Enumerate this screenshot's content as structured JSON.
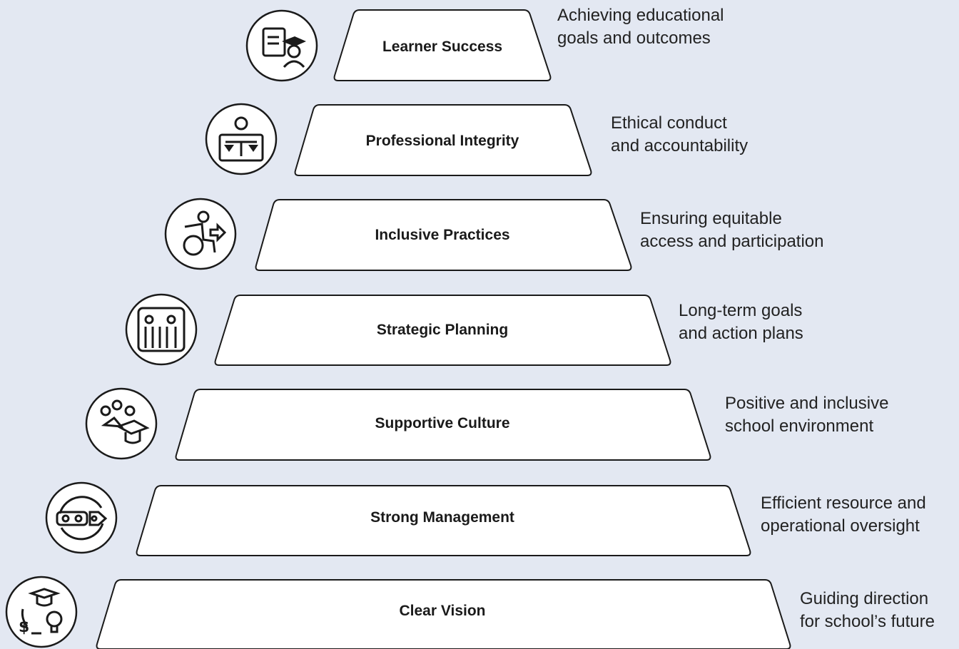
{
  "tiers": [
    {
      "title": "Learner Success",
      "description": "Achieving educational\ngoals and outcomes",
      "icon": "student-certificate-icon"
    },
    {
      "title": "Professional Integrity",
      "description": "Ethical conduct\nand accountability",
      "icon": "scales-of-justice-icon"
    },
    {
      "title": "Inclusive Practices",
      "description": "Ensuring equitable\naccess and participation",
      "icon": "wheelchair-user-icon"
    },
    {
      "title": "Strategic Planning",
      "description": "Long-term goals\nand action plans",
      "icon": "planning-columns-icon"
    },
    {
      "title": "Supportive Culture",
      "description": "Positive and inclusive\nschool environment",
      "icon": "community-graduation-icon"
    },
    {
      "title": "Strong Management",
      "description": "Efficient resource and\noperational oversight",
      "icon": "management-gears-icon"
    },
    {
      "title": "Clear Vision",
      "description": "Guiding direction\nfor school’s future",
      "icon": "vision-cycle-icon"
    }
  ],
  "colors": {
    "background": "#e3e8f2",
    "tier_fill": "#ffffff",
    "stroke": "#1a1a1a"
  }
}
